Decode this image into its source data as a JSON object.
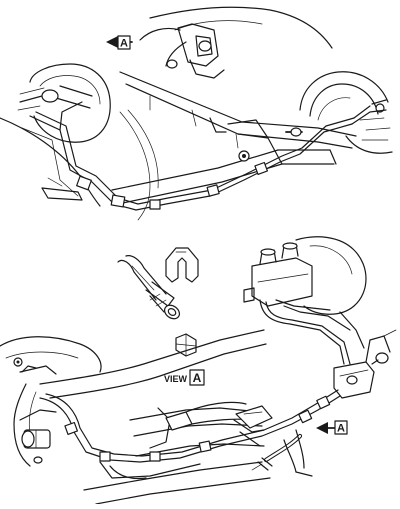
{
  "labels": {
    "view_ref_top": "A",
    "view_ref_bottom": "A",
    "view_caption_word": "VIEW",
    "view_caption_letter": "A"
  },
  "colors": {
    "line": "#1a1a1a",
    "background": "#ffffff"
  }
}
